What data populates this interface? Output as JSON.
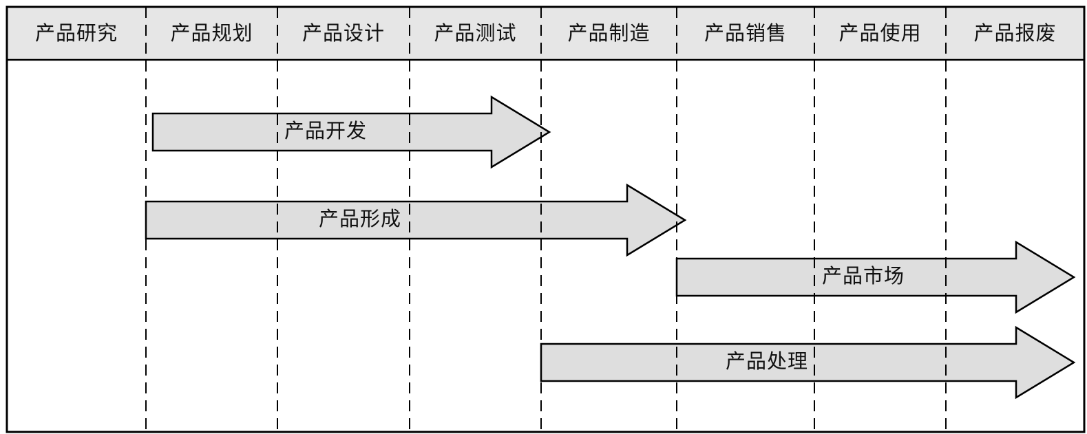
{
  "diagram": {
    "title": "",
    "colors": {
      "header_fill": "#e6e6e6",
      "arrow_fill": "#dcdcdc",
      "stroke": "#000000",
      "background": "#ffffff"
    },
    "stages": [
      {
        "id": 0,
        "label": "产品研究"
      },
      {
        "id": 1,
        "label": "产品规划"
      },
      {
        "id": 2,
        "label": "产品设计"
      },
      {
        "id": 3,
        "label": "产品测试"
      },
      {
        "id": 4,
        "label": "产品制造"
      },
      {
        "id": 5,
        "label": "产品销售"
      },
      {
        "id": 6,
        "label": "产品使用"
      },
      {
        "id": 7,
        "label": "产品报废"
      }
    ],
    "phases": [
      {
        "label": "产品开发",
        "start_stage": "产品规划",
        "end_stage": "产品测试",
        "extends_to_boundary_after": "产品测试"
      },
      {
        "label": "产品形成",
        "start_stage": "产品规划",
        "end_stage": "产品制造",
        "extends_to_boundary_after": "产品制造"
      },
      {
        "label": "产品市场",
        "start_stage": "产品销售",
        "end_stage": "产品报废",
        "extends_to_boundary_after": "产品报废"
      },
      {
        "label": "产品处理",
        "start_stage": "产品制造",
        "end_stage": "产品报废",
        "extends_to_boundary_after": "产品报废"
      }
    ]
  }
}
